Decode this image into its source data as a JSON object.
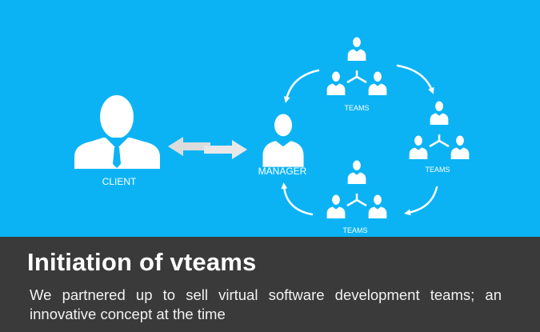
{
  "diagram": {
    "nodes": {
      "client": "CLIENT",
      "manager": "MANAGER",
      "teams_top": "TEAMS",
      "teams_right": "TEAMS",
      "teams_bottom": "TEAMS"
    },
    "colors": {
      "background": "#0bb3f5",
      "figures": "#ffffff",
      "arrow_fill": "#dcdcdc"
    },
    "icons": [
      "businessman-icon",
      "person-icon",
      "team-cluster-icon",
      "curved-arrow-icon",
      "double-arrow-icon"
    ]
  },
  "caption": {
    "title": "Initiation of vteams",
    "text": "We partnered up to sell virtual software development teams; an innovative concept at the time"
  }
}
